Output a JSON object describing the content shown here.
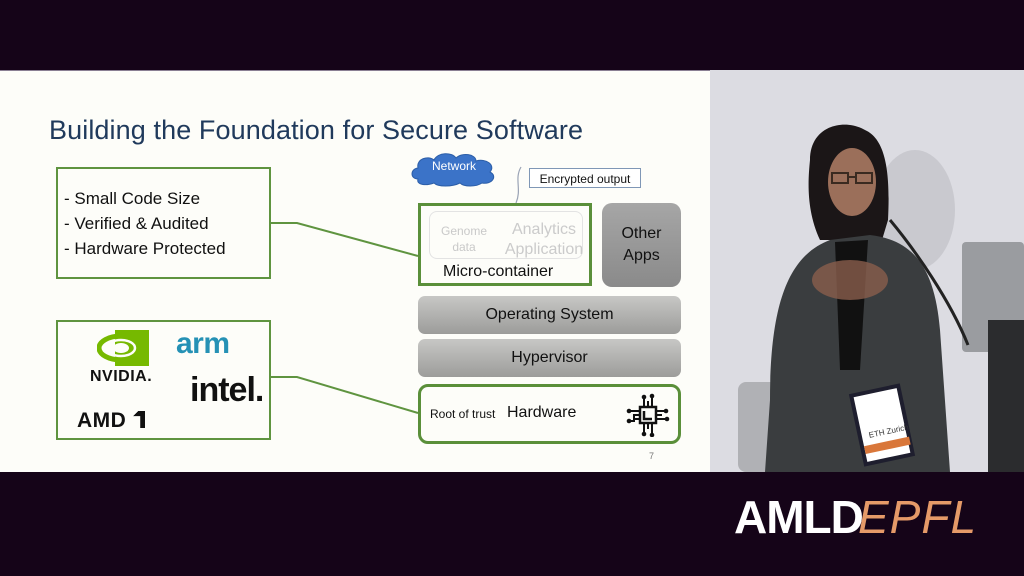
{
  "slide": {
    "title": "Building the Foundation for Secure Software",
    "properties": [
      "- Small Code Size",
      "- Verified & Audited",
      "- Hardware Protected"
    ],
    "vendors": {
      "nvidia": "NVIDIA.",
      "arm": "arm",
      "intel": "intel.",
      "amd": "AMD"
    },
    "diagram": {
      "network_label": "Network",
      "encrypted_output_label": "Encrypted output",
      "genome_label_line1": "Genome",
      "genome_label_line2": "data",
      "analytics_line1": "Analytics",
      "analytics_line2": "Application",
      "micro_container_label": "Micro-container",
      "other_apps_line1": "Other",
      "other_apps_line2": "Apps",
      "os_label": "Operating System",
      "hypervisor_label": "Hypervisor",
      "root_of_trust_label": "Root of trust",
      "hardware_label": "Hardware"
    },
    "page_number": "7",
    "colors": {
      "title": "#203a5c",
      "box_border": "#5f9440",
      "cloud": "#3b73c8",
      "arm": "#2591b5",
      "nvidia_green": "#76b900"
    }
  },
  "branding": {
    "amld": "AMLD",
    "epfl": "EPFL",
    "epfl_color": "#e59a68"
  },
  "speaker": {
    "badge_text": "ETH Zurich"
  }
}
